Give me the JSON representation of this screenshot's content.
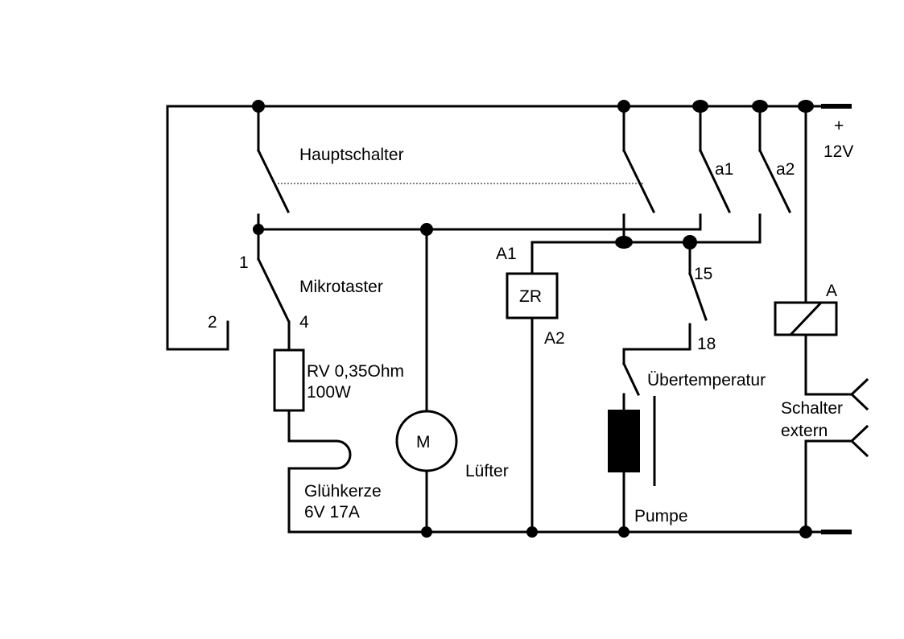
{
  "labels": {
    "main_switch": "Hauptschalter",
    "contact_a1": "a1",
    "contact_a2": "a2",
    "supply_plus": "+",
    "supply_voltage": "12V",
    "pin_1": "1",
    "pin_2": "2",
    "pin_4": "4",
    "microswitch": "Mikrotaster",
    "resistor_line1": "RV 0,35Ohm",
    "resistor_line2": "100W",
    "glow_plug_line1": "Glühkerze",
    "glow_plug_line2": "6V 17A",
    "motor_symbol": "M",
    "fan": "Lüfter",
    "timer_a1": "A1",
    "timer_a2": "A2",
    "timer_symbol": "ZR",
    "pin_15": "15",
    "pin_18": "18",
    "overtemp": "Übertemperatur",
    "pump": "Pumpe",
    "relay": "A",
    "ext_switch_line1": "Schalter",
    "ext_switch_line2": "extern"
  }
}
